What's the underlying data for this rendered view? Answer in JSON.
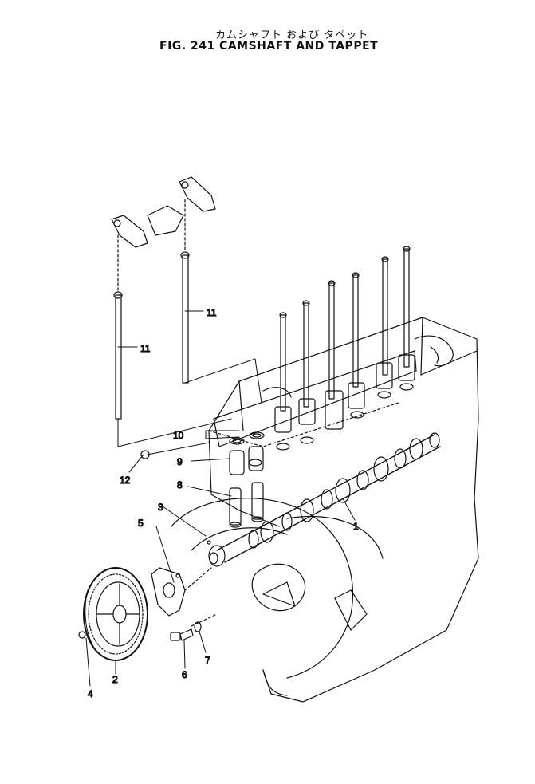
{
  "header": {
    "title_jp": "カムシャフト および タペット",
    "title_en": "FIG. 241  CAMSHAFT AND TAPPET"
  },
  "callouts": {
    "c1": "1",
    "c2": "2",
    "c3": "3",
    "c4": "4",
    "c5": "5",
    "c6": "6",
    "c7": "7",
    "c8": "8",
    "c9": "9",
    "c10": "10",
    "c11a": "11",
    "c11b": "11",
    "c12": "12"
  },
  "colors": {
    "line": "#111111",
    "background": "#ffffff"
  }
}
